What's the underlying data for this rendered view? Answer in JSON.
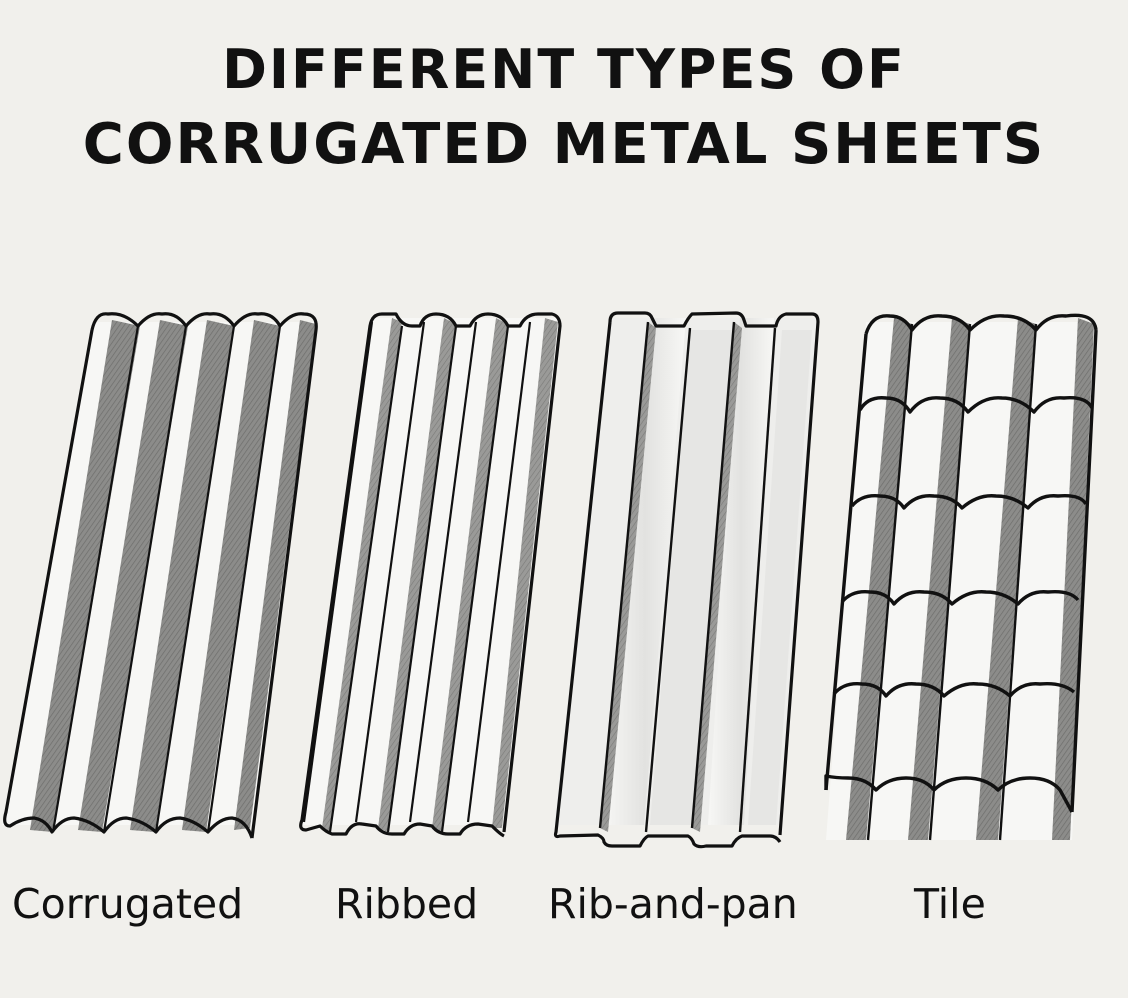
{
  "title": {
    "line1": "DIFFERENT TYPES OF",
    "line2": "CORRUGATED METAL SHEETS"
  },
  "sheets": [
    {
      "type": "Corrugated",
      "label": "Corrugated",
      "ridges": 5,
      "profile": "sinusoidal wave"
    },
    {
      "type": "Ribbed",
      "label": "Ribbed",
      "ridges": 4,
      "profile": "narrow rounded ribs with flat pans"
    },
    {
      "type": "Rib-and-pan",
      "label": "Rib-and-pan",
      "ridges": 3,
      "profile": "trapezoidal ribs with wide flat pans"
    },
    {
      "type": "Tile",
      "label": "Tile",
      "ridges": 4,
      "profile": "wave with stepped tile rows",
      "tile_rows": 5
    }
  ],
  "colors": {
    "background": "#f1f0ec",
    "outline": "#111111",
    "shade_dark": "#8a8a8a",
    "shade_light": "#dcdcda",
    "sheet_face": "#f7f7f5"
  }
}
